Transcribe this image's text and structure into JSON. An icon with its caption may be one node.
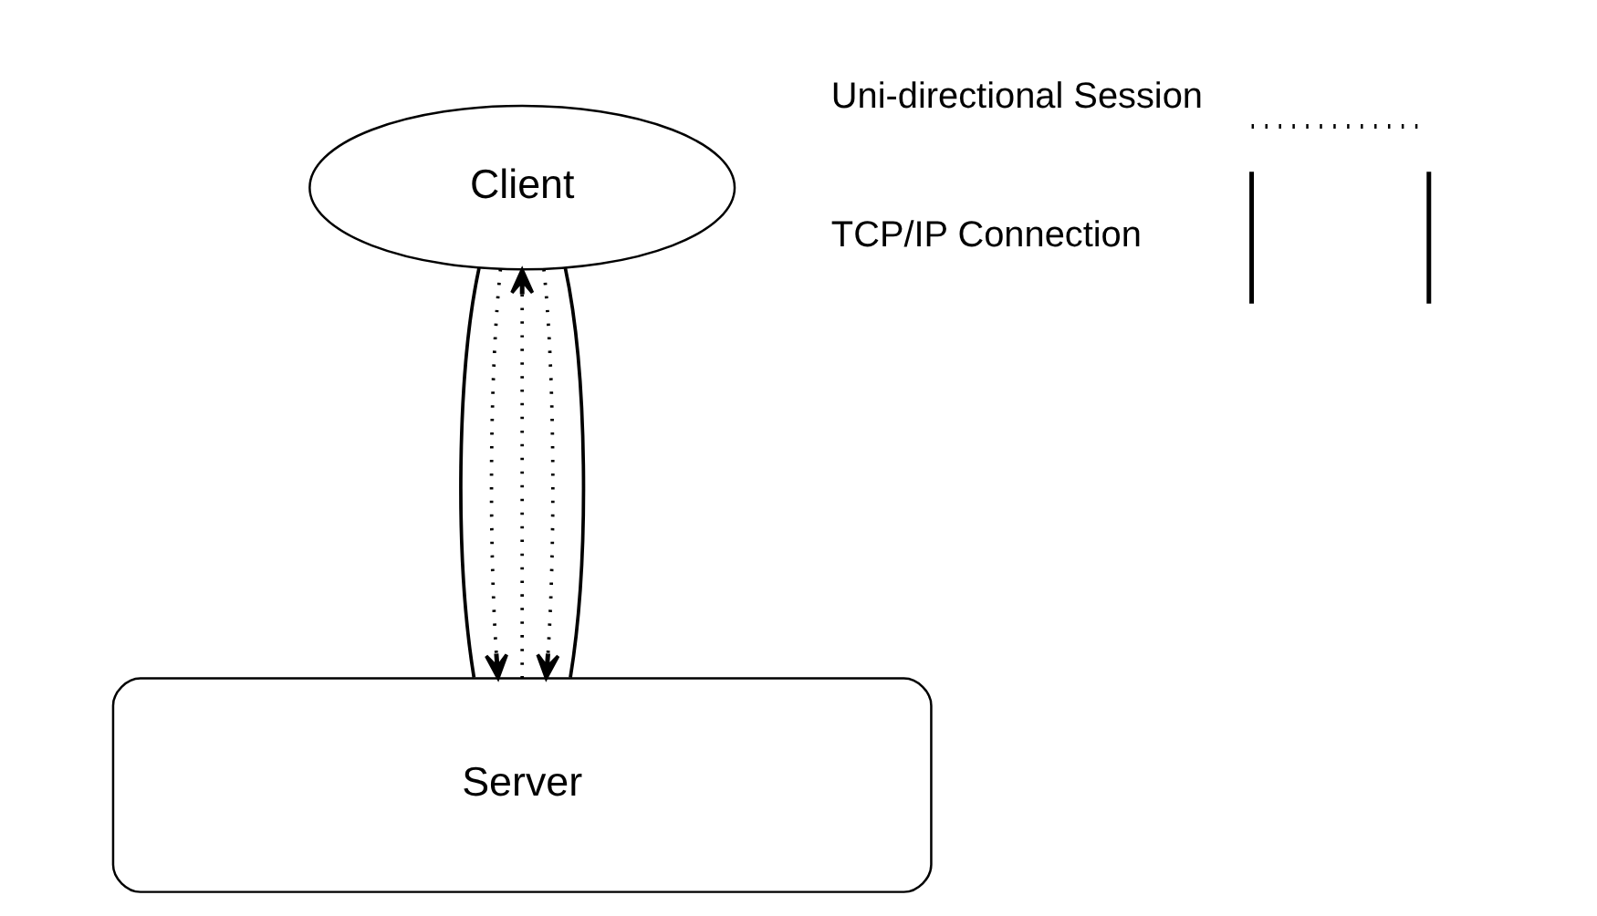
{
  "diagram": {
    "nodes": [
      {
        "text": [
          "Client"
        ]
      },
      {
        "text": [
          "Server"
        ]
      }
    ],
    "edges": [
      {
        "from": 0,
        "to": 1,
        "arrow": "none"
      },
      {
        "from": 0,
        "to": 1,
        "arrow": "to",
        "style": "dashed"
      },
      {
        "from": 1,
        "to": 0,
        "arrow": "to",
        "style": "dashed"
      },
      {
        "from": 0,
        "to": 1,
        "arrow": "to",
        "style": "dashed"
      },
      {
        "from": 0,
        "to": 1,
        "arrow": "none"
      }
    ],
    "legend": [
      {
        "text": "Uni-directional Session"
      },
      {
        "text": "TCP/IP Connection"
      }
    ]
  }
}
